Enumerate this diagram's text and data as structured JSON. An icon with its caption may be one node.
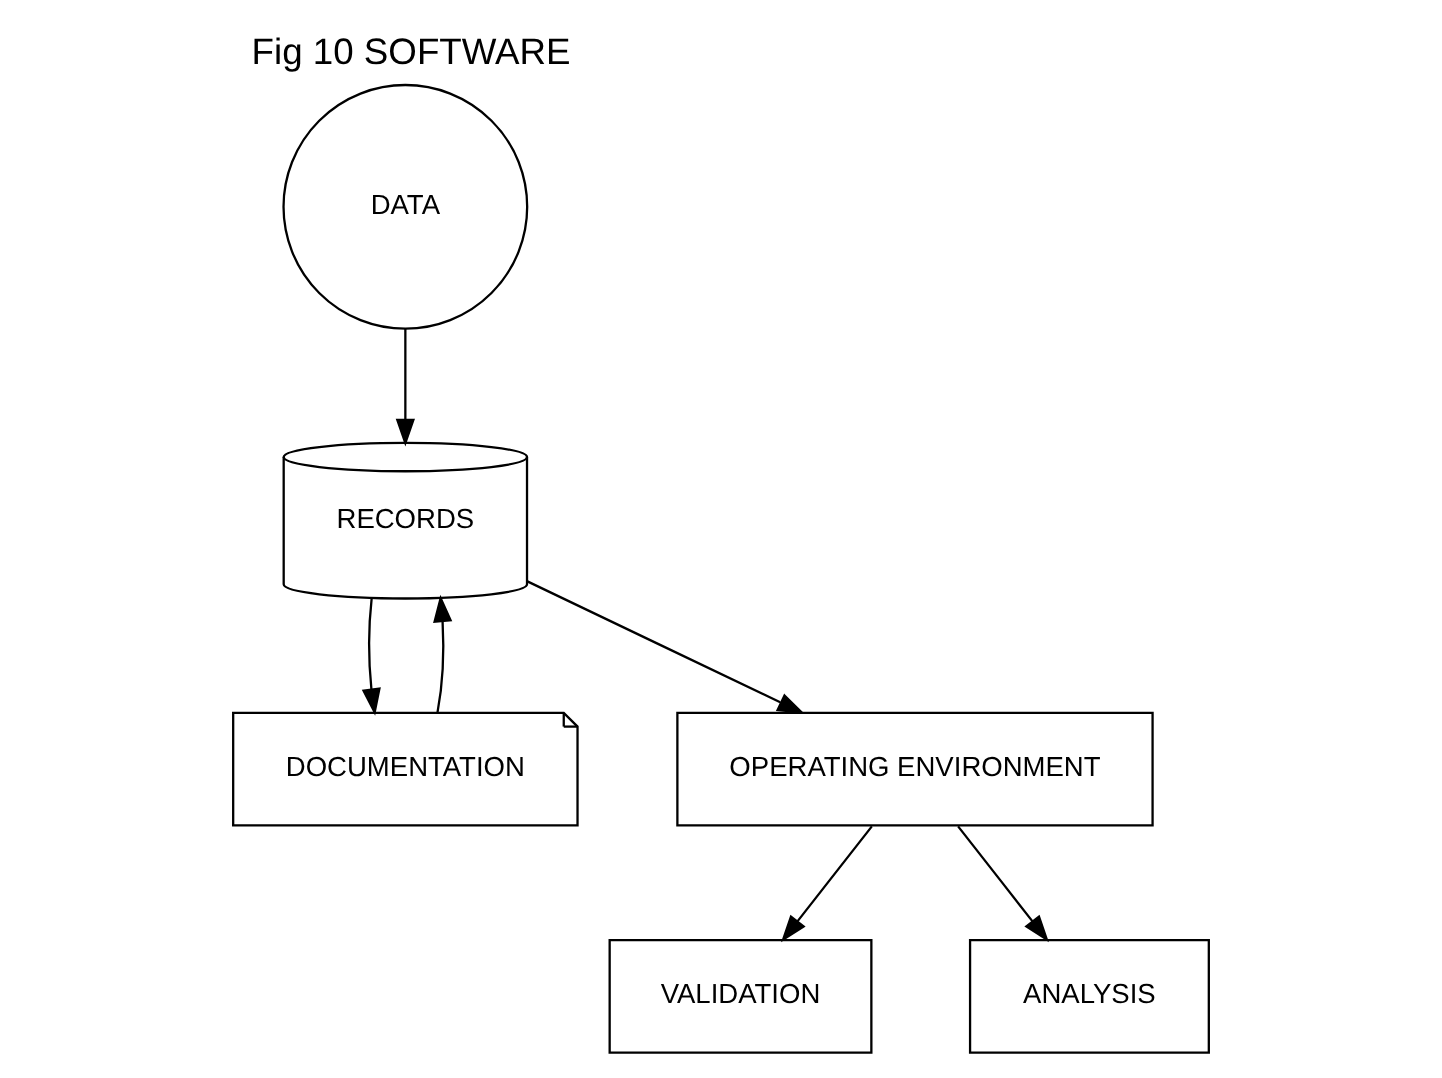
{
  "diagram": {
    "title": "Fig 10 SOFTWARE",
    "nodes": [
      {
        "text": [
          "OPERATING ENVIRONMENT"
        ]
      },
      {
        "text": [
          "DOCUMENTATION"
        ]
      },
      {
        "text": [
          "VALIDATION"
        ]
      },
      {
        "text": [
          "RECORDS"
        ]
      },
      {
        "text": [
          "ANALYSIS"
        ]
      },
      {
        "text": [
          "DATA"
        ]
      }
    ],
    "edges": [
      {
        "from": 0,
        "to": 2,
        "arrow": "to"
      },
      {
        "from": 0,
        "to": 4,
        "arrow": "to"
      },
      {
        "from": 3,
        "to": 0,
        "arrow": "to"
      },
      {
        "from": 3,
        "to": 1,
        "arrow": "to"
      },
      {
        "from": 1,
        "to": 3,
        "arrow": "to"
      },
      {
        "from": 5,
        "to": 3,
        "arrow": "to"
      }
    ]
  }
}
